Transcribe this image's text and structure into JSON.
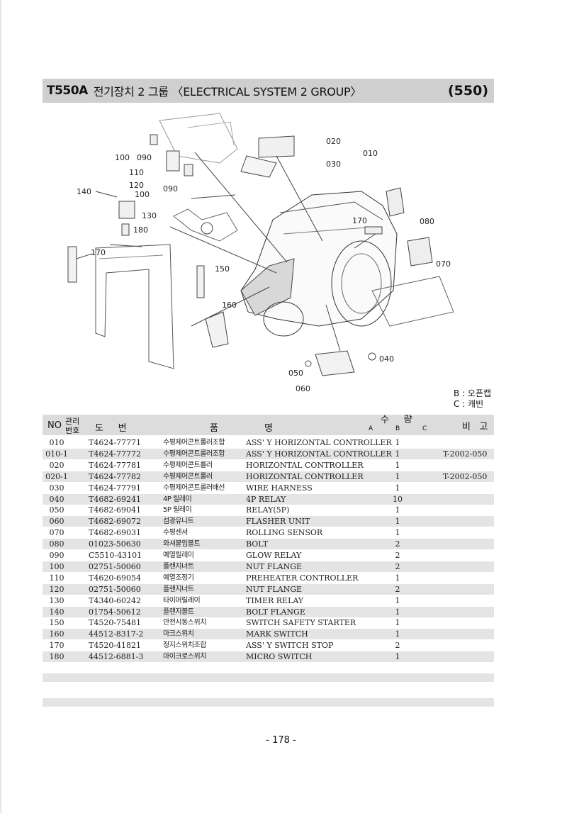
{
  "header": {
    "model": "T550A",
    "title": "전기장치 2 그룹 〈ELECTRICAL SYSTEM 2 GROUP〉",
    "page_code": "(550)"
  },
  "callouts": [
    "010",
    "020",
    "030",
    "040",
    "050",
    "060",
    "070",
    "080",
    "090",
    "090",
    "100",
    "100",
    "110",
    "120",
    "130",
    "140",
    "150",
    "160",
    "170",
    "170",
    "180"
  ],
  "legend": {
    "b": "B : 오픈캡",
    "c": "C : 캐빈"
  },
  "table": {
    "headers": {
      "no": "NO",
      "mgmt_top": "관리",
      "mgmt_bottom": "번호",
      "drawing_no": "도     번",
      "name_left": "품",
      "name_right": "명",
      "qty": "수     량",
      "col_a": "A",
      "col_b": "B",
      "col_c": "C",
      "remarks": "비   고"
    },
    "rows": [
      {
        "no": "010",
        "part": "T4624-77771",
        "kr": "수평제어콘트롤러조합",
        "en": "ASS' Y HORIZONTAL CONTROLLER",
        "qty": "1",
        "remark": ""
      },
      {
        "no": "010-1",
        "part": "T4624-77772",
        "kr": "수평제어콘트롤러조합",
        "en": "ASS' Y HORIZONTAL CONTROLLER",
        "qty": "1",
        "remark": "T-2002-050"
      },
      {
        "no": "020",
        "part": "T4624-77781",
        "kr": "수평제어콘트롤러",
        "en": "HORIZONTAL CONTROLLER",
        "qty": "1",
        "remark": ""
      },
      {
        "no": "020-1",
        "part": "T4624-77782",
        "kr": "수평제어콘트롤러",
        "en": "HORIZONTAL CONTROLLER",
        "qty": "1",
        "remark": "T-2002-050"
      },
      {
        "no": "030",
        "part": "T4624-77791",
        "kr": "수평제어콘트롤러배선",
        "en": "WIRE HARNESS",
        "qty": "1",
        "remark": ""
      },
      {
        "no": "040",
        "part": "T4682-69241",
        "kr": "4P 릴레이",
        "en": "4P RELAY",
        "qty": "10",
        "remark": ""
      },
      {
        "no": "050",
        "part": "T4682-69041",
        "kr": "5P 릴레이",
        "en": "RELAY(5P)",
        "qty": "1",
        "remark": ""
      },
      {
        "no": "060",
        "part": "T4682-69072",
        "kr": "섬광유니트",
        "en": "FLASHER UNIT",
        "qty": "1",
        "remark": ""
      },
      {
        "no": "070",
        "part": "T4682-69031",
        "kr": "수평센서",
        "en": "ROLLING SENSOR",
        "qty": "1",
        "remark": ""
      },
      {
        "no": "080",
        "part": "01023-50630",
        "kr": "와셔붙임볼트",
        "en": "BOLT",
        "qty": "2",
        "remark": ""
      },
      {
        "no": "090",
        "part": "C5510-43101",
        "kr": "예열릴레이",
        "en": "GLOW RELAY",
        "qty": "2",
        "remark": ""
      },
      {
        "no": "100",
        "part": "02751-50060",
        "kr": "플랜지너트",
        "en": "NUT FLANGE",
        "qty": "2",
        "remark": ""
      },
      {
        "no": "110",
        "part": "T4620-69054",
        "kr": "예열조정기",
        "en": "PREHEATER CONTROLLER",
        "qty": "1",
        "remark": ""
      },
      {
        "no": "120",
        "part": "02751-50060",
        "kr": "플랜지너트",
        "en": "NUT FLANGE",
        "qty": "2",
        "remark": ""
      },
      {
        "no": "130",
        "part": "T4340-60242",
        "kr": "타이머릴레이",
        "en": "TIMER RELAY",
        "qty": "1",
        "remark": ""
      },
      {
        "no": "140",
        "part": "01754-50612",
        "kr": "플랜지볼트",
        "en": "BOLT FLANGE",
        "qty": "1",
        "remark": ""
      },
      {
        "no": "150",
        "part": "T4520-75481",
        "kr": "안전시동스위치",
        "en": "SWITCH SAFETY STARTER",
        "qty": "1",
        "remark": ""
      },
      {
        "no": "160",
        "part": "44512-8317-2",
        "kr": "마크스위치",
        "en": "MARK SWITCH",
        "qty": "1",
        "remark": ""
      },
      {
        "no": "170",
        "part": "T4520-41821",
        "kr": "정지스위치조합",
        "en": "ASS' Y SWITCH STOP",
        "qty": "2",
        "remark": ""
      },
      {
        "no": "180",
        "part": "44512-6881-3",
        "kr": "마이크로스위치",
        "en": "MICRO SWITCH",
        "qty": "1",
        "remark": ""
      }
    ]
  },
  "footer": {
    "page_number": "- 178 -"
  }
}
